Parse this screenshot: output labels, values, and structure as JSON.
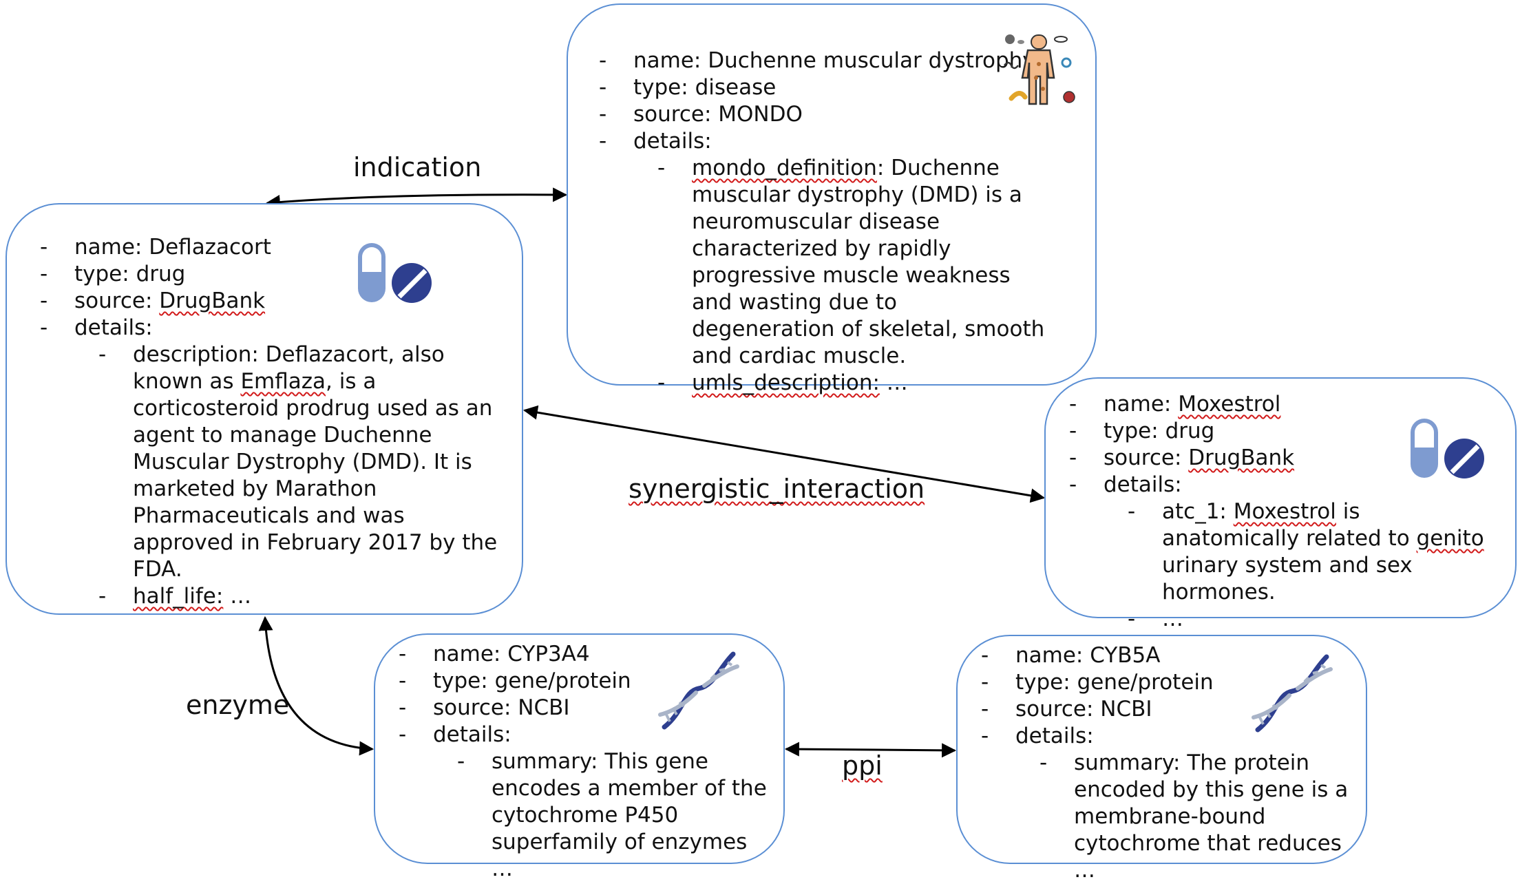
{
  "nodes": {
    "disease": {
      "name_label": "name:",
      "name": "Duchenne muscular dystrophy",
      "type_label": "type:",
      "type": "disease",
      "source_label": "source:",
      "source": "MONDO",
      "details_label": "details:",
      "detail1_key": "mondo_definition",
      "detail1_text": ": Duchenne muscular dystrophy (DMD) is a neuromuscular disease characterized by rapidly progressive muscle weakness and wasting due to degeneration of skeletal, smooth and cardiac muscle.",
      "detail2_key": "umls_description:",
      "detail2_text": " …",
      "icon": "human-body-disease-icon"
    },
    "drug": {
      "name_label": "name:",
      "name": "Deflazacort",
      "type_label": "type:",
      "type": "drug",
      "source_label": "source:",
      "source": "DrugBank",
      "details_label": "details:",
      "desc_a": "description: Deflazacort, also known as ",
      "desc_b": "Emflaza",
      "desc_c": ", is a corticosteroid prodrug used as an agent to manage Duchenne Muscular Dystrophy (DMD). It is marketed by Marathon Pharmaceuticals and was approved in February 2017 by the FDA.",
      "detail2_key": "half_life:",
      "detail2_text": " …",
      "icon": "pill-icon"
    },
    "drug2": {
      "name_label": "name:",
      "name": "Moxestrol",
      "type_label": "type:",
      "type": "drug",
      "source_label": "source:",
      "source": "DrugBank",
      "details_label": "details:",
      "atc_a": "atc_1: ",
      "atc_b": "Moxestrol",
      "atc_c": " is anatomically related to ",
      "atc_d": "genito",
      "atc_e": " urinary system and sex hormones.",
      "detail2_text": "…",
      "icon": "pill-icon"
    },
    "gene1": {
      "name_label": "name:",
      "name": "CYP3A4",
      "type_label": "type:",
      "type": "gene/protein",
      "source_label": "source:",
      "source": "NCBI",
      "details_label": "details:",
      "summary": "summary: This gene encodes a member of the cytochrome P450 superfamily of enzymes …",
      "icon": "dna-icon"
    },
    "gene2": {
      "name_label": "name:",
      "name": "CYB5A",
      "type_label": "type:",
      "type": "gene/protein",
      "source_label": "source:",
      "source": "NCBI",
      "details_label": "details:",
      "summary": "summary: The protein encoded by this gene is a membrane-bound cytochrome that reduces …",
      "icon": "dna-icon"
    }
  },
  "edges": {
    "indication": "indication",
    "synergistic": "synergistic_interaction",
    "enzyme": "enzyme",
    "ppi": "ppi"
  },
  "colors": {
    "border": "#5b8fd4",
    "pill_light": "#7e9bd0",
    "pill_dark": "#2e3f8f",
    "spellcheck": "#d21b1b"
  }
}
